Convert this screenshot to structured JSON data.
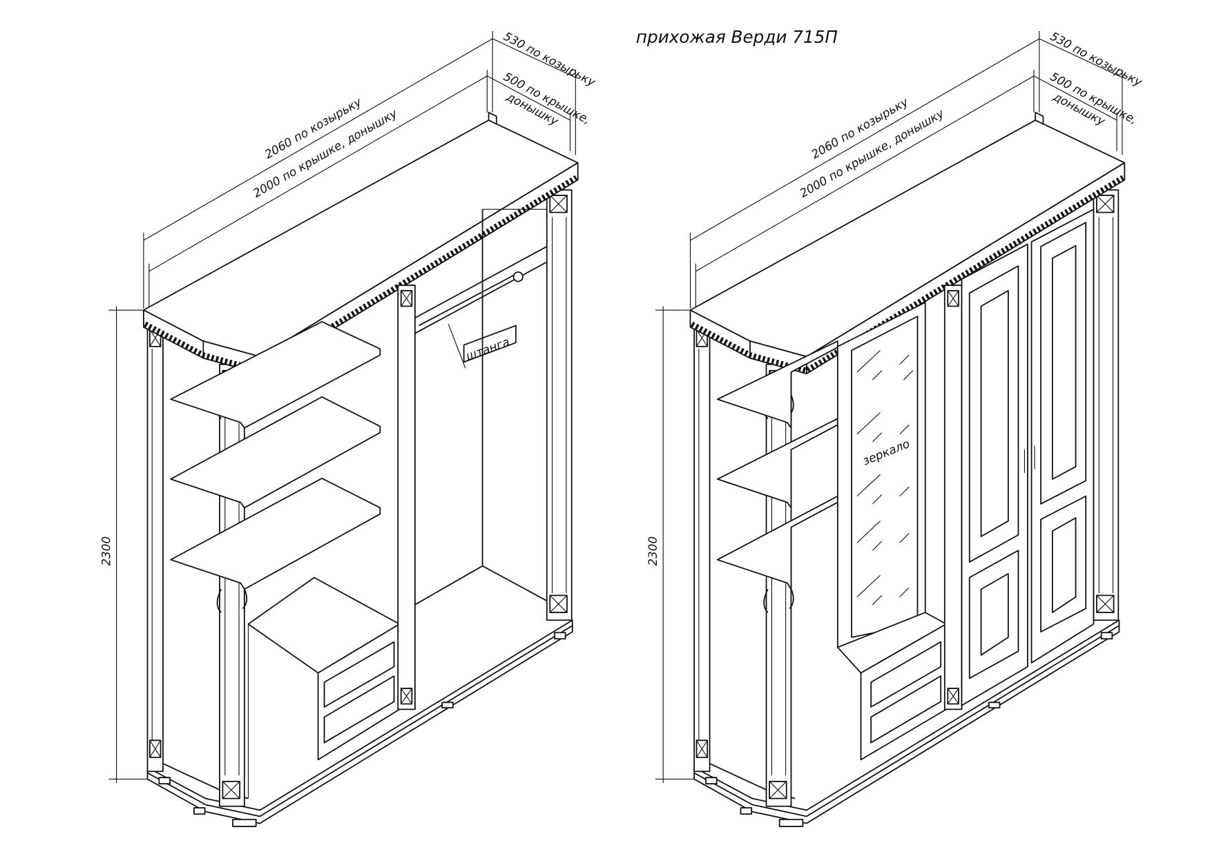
{
  "title": "прихожая Верди 715П",
  "dimensions": {
    "depth_canopy": "530 по козырьку",
    "depth_top": "500 по крышке,",
    "depth_top_2": "донышку",
    "width_canopy": "2060 по козырьку",
    "width_top": "2000 по крышке, донышку",
    "height": "2300"
  },
  "labels": {
    "rod": "штанга",
    "mirror": "зеркало"
  }
}
